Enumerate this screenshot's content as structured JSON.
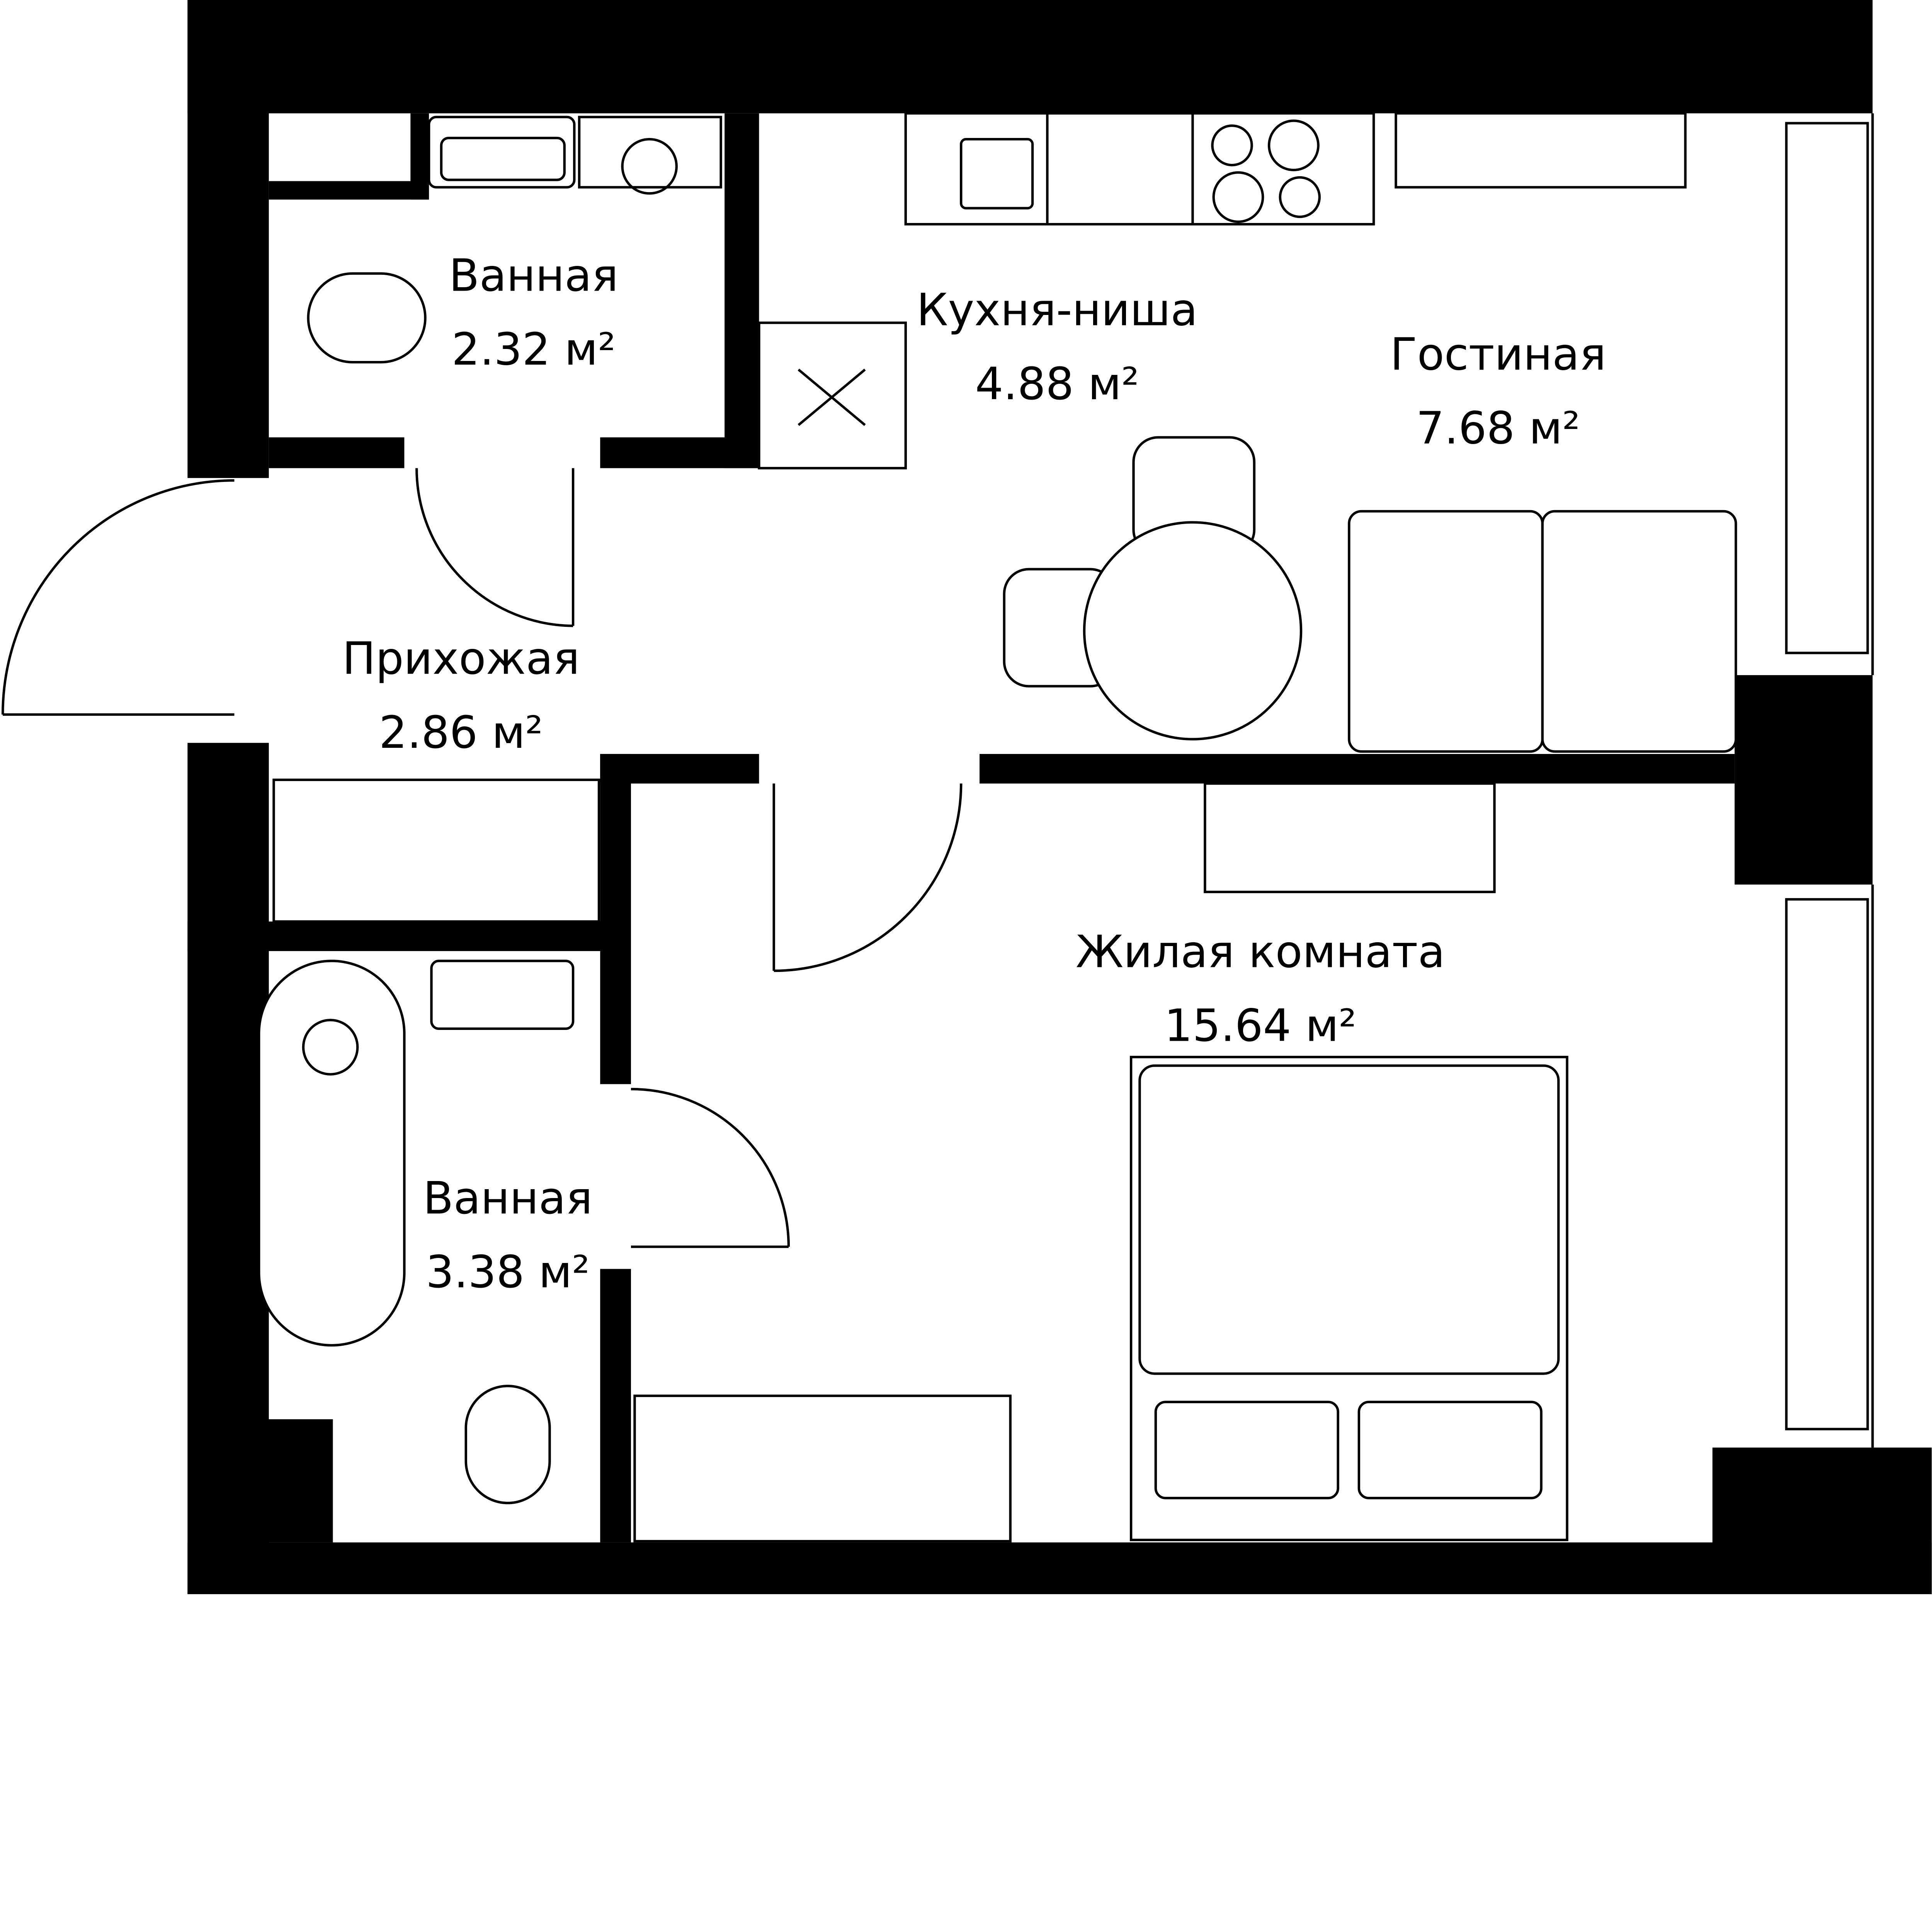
{
  "rooms": [
    {
      "name": "Ванная",
      "area": "2.32 м²"
    },
    {
      "name": "Кухня-ниша",
      "area": "4.88 м²"
    },
    {
      "name": "Гостиная",
      "area": "7.68 м²"
    },
    {
      "name": "Прихожая",
      "area": "2.86 м²"
    },
    {
      "name": "Жилая комната",
      "area": "15.64 м²"
    },
    {
      "name": "Ванная",
      "area": "3.38 м²"
    }
  ],
  "colors": {
    "walls": "#000000",
    "background": "#ffffff"
  }
}
